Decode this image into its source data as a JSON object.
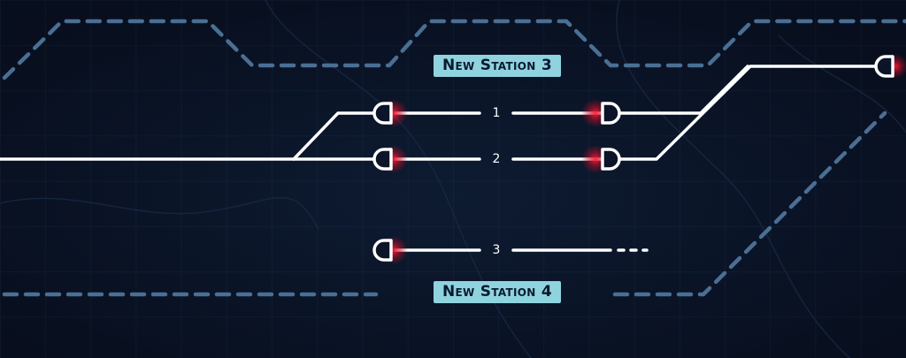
{
  "stations": [
    {
      "label": "New Station 3"
    },
    {
      "label": "New Station 4"
    }
  ],
  "tracks": [
    {
      "number": "1"
    },
    {
      "number": "2"
    },
    {
      "number": "3"
    }
  ],
  "colors": {
    "background": "#0b1428",
    "grid": "#1f3350",
    "track": "#ffffff",
    "dashed_route": "#4a6f94",
    "label_bg": "#8fd3df",
    "label_text": "#0b1a2e",
    "signal_glow": "#e0102a"
  },
  "icons": [
    "buffer-stop-signal-icon"
  ]
}
